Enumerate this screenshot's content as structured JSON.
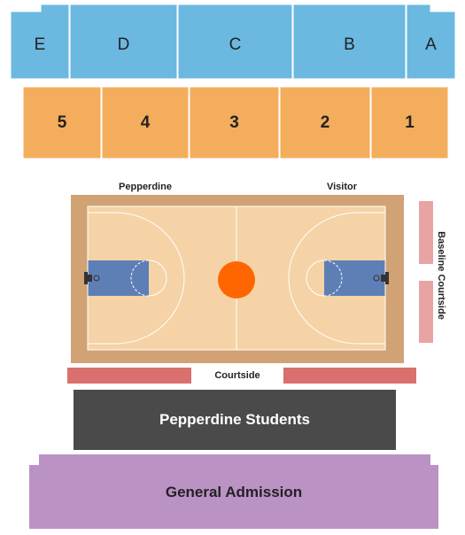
{
  "upper_sections": [
    {
      "label": "E",
      "color": "#6bb8e0"
    },
    {
      "label": "D",
      "color": "#6bb8e0"
    },
    {
      "label": "C",
      "color": "#6bb8e0"
    },
    {
      "label": "B",
      "color": "#6bb8e0"
    },
    {
      "label": "A",
      "color": "#6bb8e0"
    }
  ],
  "lower_sections": [
    {
      "label": "5",
      "color": "#f4ad5c"
    },
    {
      "label": "4",
      "color": "#f4ad5c"
    },
    {
      "label": "3",
      "color": "#f4ad5c"
    },
    {
      "label": "2",
      "color": "#f4ad5c"
    },
    {
      "label": "1",
      "color": "#f4ad5c"
    }
  ],
  "court": {
    "left_team": "Pepperdine",
    "right_team": "Visitor",
    "border_color": "#d0a274",
    "floor_color": "#f5d3a6",
    "paint_color": "#5e7fb5",
    "center_circle_color": "#ff6600"
  },
  "baseline_courtside": {
    "label": "Baseline Courtside",
    "color": "#e8a4a4"
  },
  "courtside": {
    "label": "Courtside",
    "color": "#d9706e"
  },
  "students": {
    "label": "Pepperdine Students",
    "color": "#4a4a4a"
  },
  "general_admission": {
    "label": "General Admission",
    "color": "#bb92c4"
  }
}
